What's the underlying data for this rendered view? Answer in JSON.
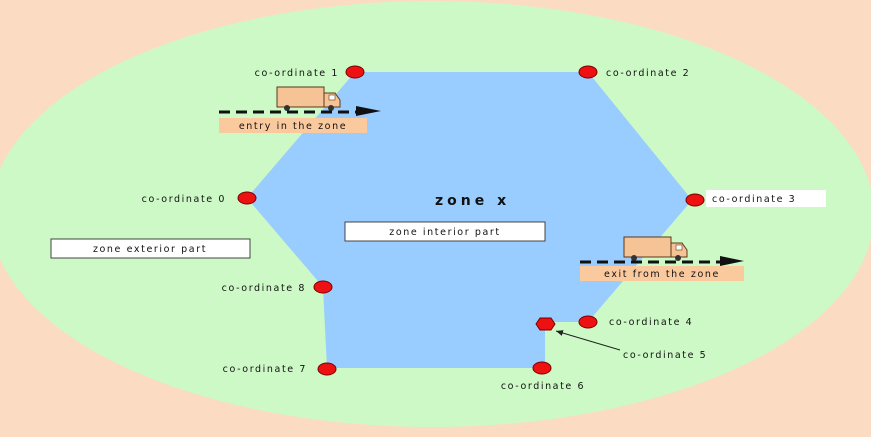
{
  "zone": {
    "title": "zone x",
    "interior_label": "zone interior part",
    "exterior_label": "zone exterior part"
  },
  "points": [
    {
      "id": "c0",
      "label": "co-ordinate 0"
    },
    {
      "id": "c1",
      "label": "co-ordinate 1"
    },
    {
      "id": "c2",
      "label": "co-ordinate 2"
    },
    {
      "id": "c3",
      "label": "co-ordinate 3"
    },
    {
      "id": "c4",
      "label": "co-ordinate 4"
    },
    {
      "id": "c5",
      "label": "co-ordinate 5"
    },
    {
      "id": "c6",
      "label": "co-ordinate 6"
    },
    {
      "id": "c7",
      "label": "co-ordinate 7"
    },
    {
      "id": "c8",
      "label": "co-ordinate 8"
    }
  ],
  "events": {
    "entry": "entry in the zone",
    "exit": "exit from the zone"
  },
  "colors": {
    "background": "#fbdcc3",
    "exterior": "#ccf9c5",
    "interior": "#99ccff",
    "marker": "#ee1111",
    "event_label": "#fbc99e",
    "truck": "#f5c396"
  },
  "icons": [
    "truck-icon",
    "arrow-right-icon"
  ]
}
